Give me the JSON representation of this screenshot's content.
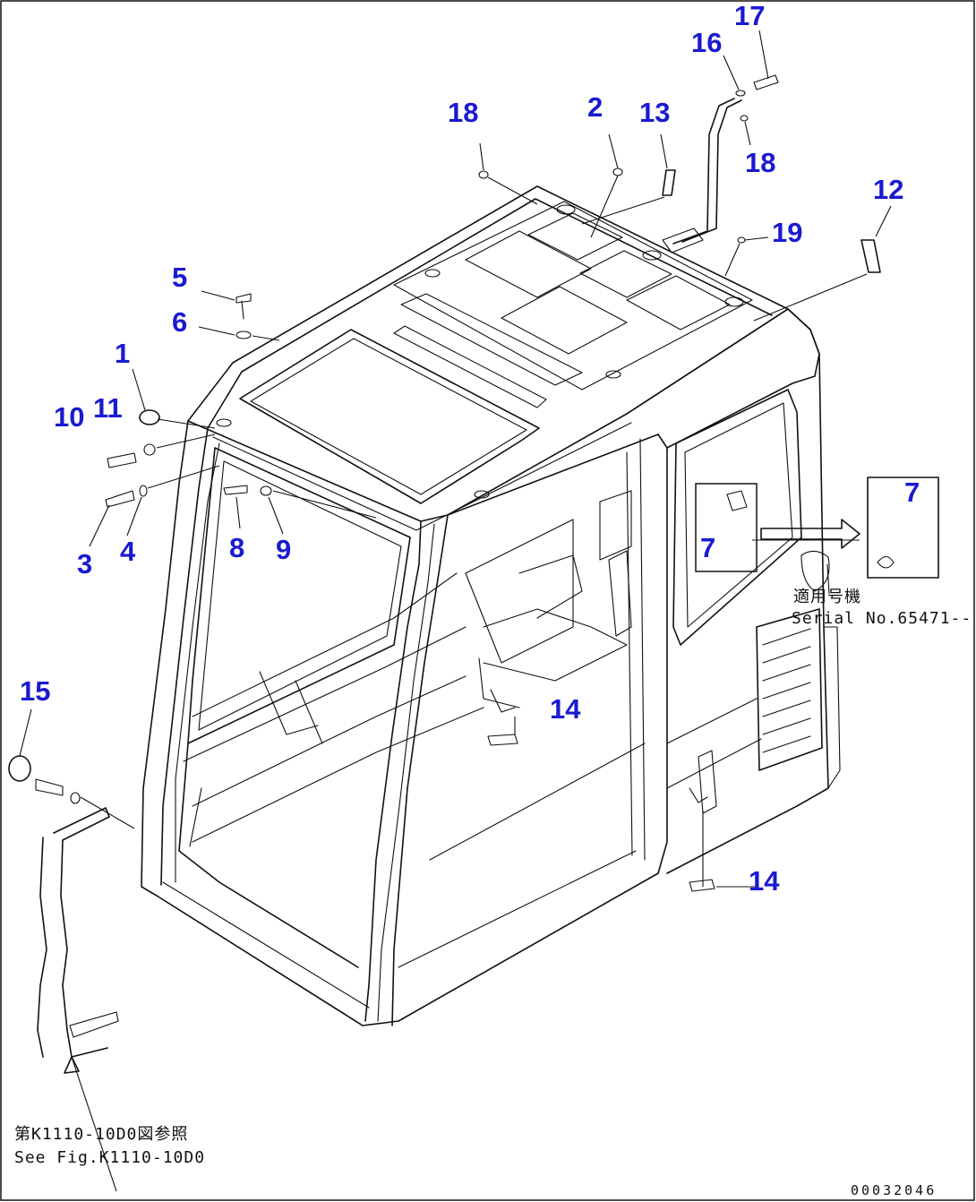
{
  "callouts": [
    {
      "label": "17"
    },
    {
      "label": "16"
    },
    {
      "label": "18"
    },
    {
      "label": "2"
    },
    {
      "label": "13"
    },
    {
      "label": "18"
    },
    {
      "label": "12"
    },
    {
      "label": "19"
    },
    {
      "label": "5"
    },
    {
      "label": "6"
    },
    {
      "label": "1"
    },
    {
      "label": "10"
    },
    {
      "label": "11"
    },
    {
      "label": "3"
    },
    {
      "label": "4"
    },
    {
      "label": "8"
    },
    {
      "label": "9"
    },
    {
      "label": "7"
    },
    {
      "label": "7"
    },
    {
      "label": "14"
    },
    {
      "label": "14"
    },
    {
      "label": "15"
    }
  ],
  "notes": {
    "applicable_jp": "適用号機",
    "serial": "Serial No.65471--",
    "ref_jp": "第K1110-10D0図参照",
    "ref_en": "See Fig.K1110-10D0"
  },
  "drawing_number": "00032046"
}
